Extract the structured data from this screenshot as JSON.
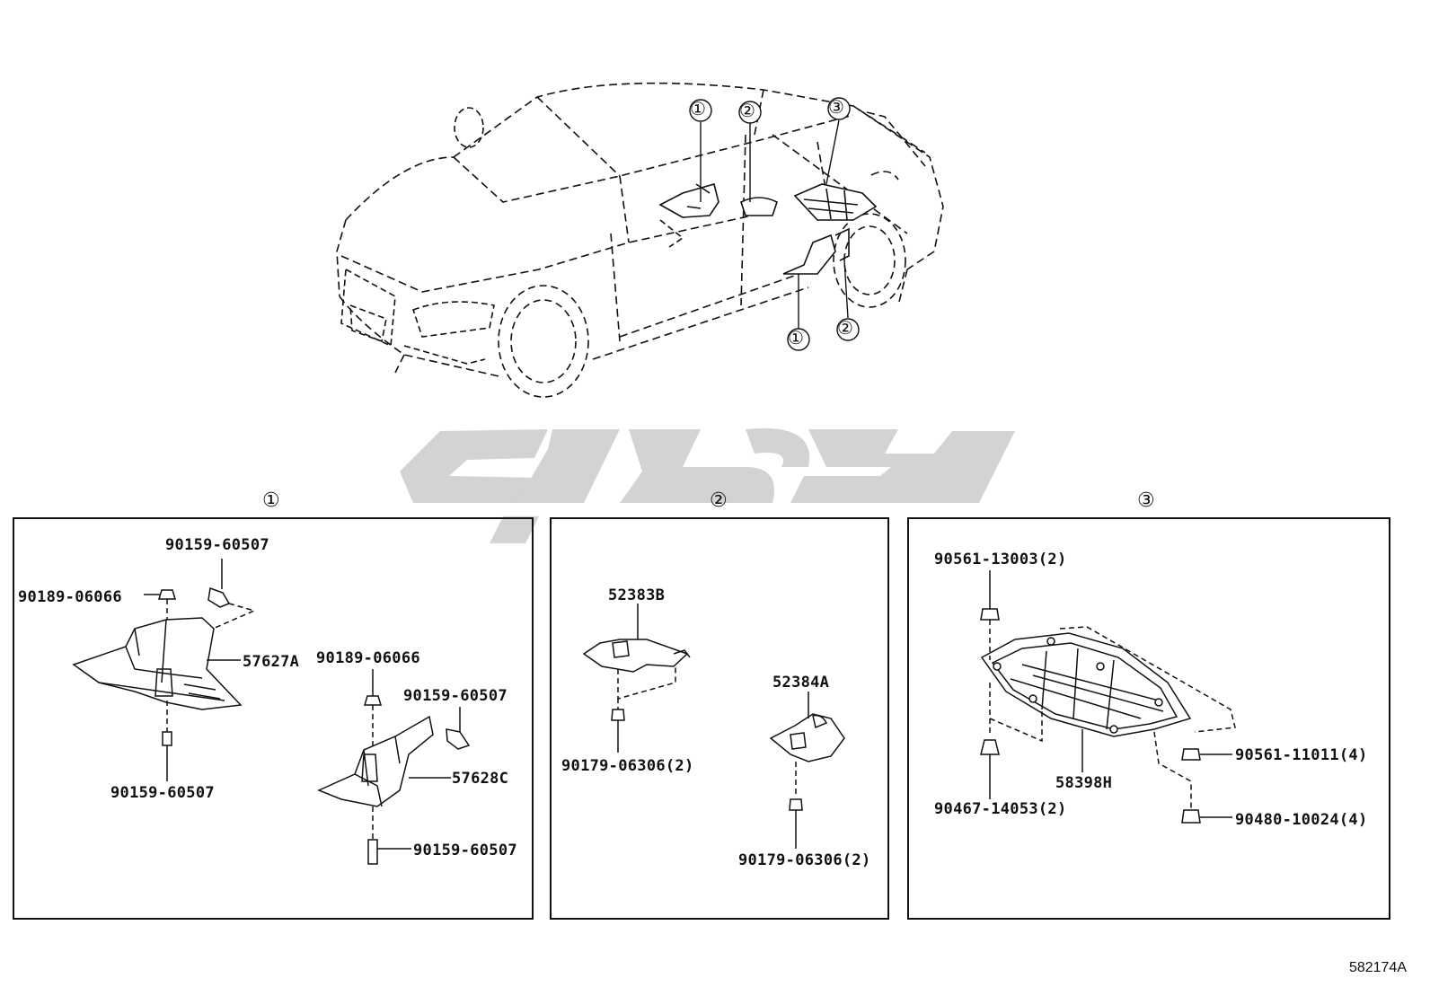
{
  "car_callouts": {
    "top_1": "①",
    "top_2": "②",
    "top_3": "③",
    "bottom_1": "①",
    "bottom_2": "②"
  },
  "panels": [
    {
      "title": "①",
      "labels": {
        "clip_top": "90159-60507",
        "nut_left": "90189-06066",
        "shield_front": "57627A",
        "bolt_lower": "90159-60507",
        "nut_right": "90189-06066",
        "clip_right": "90159-60507",
        "shield_rear": "57628C",
        "bolt_right": "90159-60507"
      }
    },
    {
      "title": "②",
      "labels": {
        "cover_front": "52383B",
        "clip_front": "90179-06306(2)",
        "cover_rear": "52384A",
        "clip_rear": "90179-06306(2)"
      }
    },
    {
      "title": "③",
      "labels": {
        "clip_top": "90561-13003(2)",
        "cover_main": "58398H",
        "clip_lower": "90467-14053(2)",
        "clip_side": "90561-11011(4)",
        "bolt_side": "90480-10024(4)"
      }
    }
  ],
  "reference_code": "582174A",
  "colors": {
    "ink": "#111111",
    "watermark": "#d3d3d3"
  }
}
